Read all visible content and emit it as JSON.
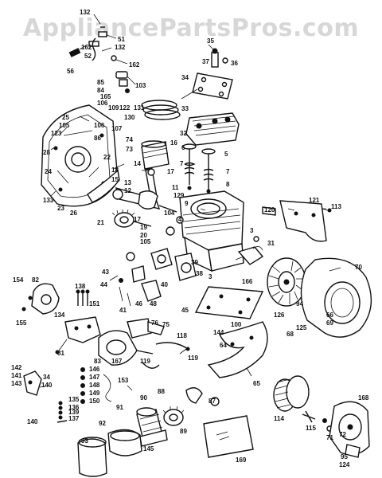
{
  "watermark": "AppliancePartsPros.com",
  "labels": [
    {
      "id": "l132a",
      "text": "132"
    },
    {
      "id": "l51",
      "text": "51"
    },
    {
      "id": "l162a",
      "text": "162"
    },
    {
      "id": "l132b",
      "text": "132"
    },
    {
      "id": "l52",
      "text": "52"
    },
    {
      "id": "l56",
      "text": "56"
    },
    {
      "id": "l162b",
      "text": "162"
    },
    {
      "id": "l35",
      "text": "35"
    },
    {
      "id": "l37",
      "text": "37"
    },
    {
      "id": "l36",
      "text": "36"
    },
    {
      "id": "l34",
      "text": "34"
    },
    {
      "id": "l85",
      "text": "85"
    },
    {
      "id": "l84",
      "text": "84"
    },
    {
      "id": "l103",
      "text": "103"
    },
    {
      "id": "l165",
      "text": "165"
    },
    {
      "id": "l106a",
      "text": "106"
    },
    {
      "id": "l109",
      "text": "109"
    },
    {
      "id": "l122",
      "text": "122"
    },
    {
      "id": "l131",
      "text": "131"
    },
    {
      "id": "l33",
      "text": "33"
    },
    {
      "id": "l130",
      "text": "130"
    },
    {
      "id": "l25",
      "text": "25"
    },
    {
      "id": "l105a",
      "text": "105"
    },
    {
      "id": "l106b",
      "text": "106"
    },
    {
      "id": "l123",
      "text": "123"
    },
    {
      "id": "l86",
      "text": "86"
    },
    {
      "id": "l107",
      "text": "107"
    },
    {
      "id": "l32",
      "text": "32"
    },
    {
      "id": "l74",
      "text": "74"
    },
    {
      "id": "l73",
      "text": "73"
    },
    {
      "id": "l16",
      "text": "16"
    },
    {
      "id": "l6",
      "text": "6"
    },
    {
      "id": "l28",
      "text": "28"
    },
    {
      "id": "l22",
      "text": "22"
    },
    {
      "id": "l5",
      "text": "5"
    },
    {
      "id": "l14",
      "text": "14"
    },
    {
      "id": "l24",
      "text": "24"
    },
    {
      "id": "l7a",
      "text": "7"
    },
    {
      "id": "l18",
      "text": "18"
    },
    {
      "id": "l17a",
      "text": "17"
    },
    {
      "id": "l7b",
      "text": "7"
    },
    {
      "id": "l8",
      "text": "8"
    },
    {
      "id": "l15",
      "text": "15"
    },
    {
      "id": "l13",
      "text": "13"
    },
    {
      "id": "l12",
      "text": "12"
    },
    {
      "id": "l11",
      "text": "11"
    },
    {
      "id": "l133",
      "text": "133"
    },
    {
      "id": "l23",
      "text": "23"
    },
    {
      "id": "l26",
      "text": "26"
    },
    {
      "id": "l129",
      "text": "129"
    },
    {
      "id": "l9",
      "text": "9"
    },
    {
      "id": "l121",
      "text": "121"
    },
    {
      "id": "l113",
      "text": "113"
    },
    {
      "id": "l120",
      "text": "120"
    },
    {
      "id": "l4",
      "text": "4"
    },
    {
      "id": "l21",
      "text": "21"
    },
    {
      "id": "l17b",
      "text": "17"
    },
    {
      "id": "l19",
      "text": "19"
    },
    {
      "id": "l20",
      "text": "20"
    },
    {
      "id": "l3a",
      "text": "3"
    },
    {
      "id": "l104",
      "text": "104"
    },
    {
      "id": "l105b",
      "text": "105"
    },
    {
      "id": "l31",
      "text": "31"
    },
    {
      "id": "l70",
      "text": "70"
    },
    {
      "id": "l39",
      "text": "39"
    },
    {
      "id": "l38",
      "text": "38"
    },
    {
      "id": "l40",
      "text": "40"
    },
    {
      "id": "l43",
      "text": "43"
    },
    {
      "id": "l154",
      "text": "154"
    },
    {
      "id": "l82",
      "text": "82"
    },
    {
      "id": "l3b",
      "text": "3"
    },
    {
      "id": "l166",
      "text": "166"
    },
    {
      "id": "l41",
      "text": "41"
    },
    {
      "id": "l138",
      "text": "138"
    },
    {
      "id": "l44",
      "text": "44"
    },
    {
      "id": "l151",
      "text": "151"
    },
    {
      "id": "l46",
      "text": "46"
    },
    {
      "id": "l48",
      "text": "48"
    },
    {
      "id": "l94",
      "text": "94"
    },
    {
      "id": "l155",
      "text": "155"
    },
    {
      "id": "l45",
      "text": "45"
    },
    {
      "id": "l134",
      "text": "134"
    },
    {
      "id": "l75",
      "text": "75"
    },
    {
      "id": "l100",
      "text": "100"
    },
    {
      "id": "l126",
      "text": "126"
    },
    {
      "id": "l66",
      "text": "66"
    },
    {
      "id": "l69",
      "text": "69"
    },
    {
      "id": "l125",
      "text": "125"
    },
    {
      "id": "l76",
      "text": "76"
    },
    {
      "id": "l144",
      "text": "144"
    },
    {
      "id": "l68",
      "text": "68"
    },
    {
      "id": "l64",
      "text": "64"
    },
    {
      "id": "l118",
      "text": "118"
    },
    {
      "id": "l81",
      "text": "81"
    },
    {
      "id": "l83",
      "text": "83"
    },
    {
      "id": "l167",
      "text": "167"
    },
    {
      "id": "l119a",
      "text": "119"
    },
    {
      "id": "l119b",
      "text": "119"
    },
    {
      "id": "l142",
      "text": "142"
    },
    {
      "id": "l141",
      "text": "141"
    },
    {
      "id": "l143",
      "text": "143"
    },
    {
      "id": "l34b",
      "text": "34"
    },
    {
      "id": "l140a",
      "text": "140"
    },
    {
      "id": "l146",
      "text": "146"
    },
    {
      "id": "l147",
      "text": "147"
    },
    {
      "id": "l148",
      "text": "148"
    },
    {
      "id": "l149",
      "text": "149"
    },
    {
      "id": "l150",
      "text": "150"
    },
    {
      "id": "l153",
      "text": "153"
    },
    {
      "id": "l65",
      "text": "65"
    },
    {
      "id": "l88",
      "text": "88"
    },
    {
      "id": "l87",
      "text": "87"
    },
    {
      "id": "l135",
      "text": "135"
    },
    {
      "id": "l136",
      "text": "136"
    },
    {
      "id": "l139",
      "text": "139"
    },
    {
      "id": "l137",
      "text": "137"
    },
    {
      "id": "l140b",
      "text": "140"
    },
    {
      "id": "l91",
      "text": "91"
    },
    {
      "id": "l90",
      "text": "90"
    },
    {
      "id": "l92",
      "text": "92"
    },
    {
      "id": "l89",
      "text": "89"
    },
    {
      "id": "l114",
      "text": "114"
    },
    {
      "id": "l115",
      "text": "115"
    },
    {
      "id": "l71",
      "text": "71"
    },
    {
      "id": "l72",
      "text": "72"
    },
    {
      "id": "l168",
      "text": "168"
    },
    {
      "id": "l93",
      "text": "93"
    },
    {
      "id": "l145",
      "text": "145"
    },
    {
      "id": "l169",
      "text": "169"
    },
    {
      "id": "l95",
      "text": "95"
    },
    {
      "id": "l124",
      "text": "124"
    }
  ]
}
